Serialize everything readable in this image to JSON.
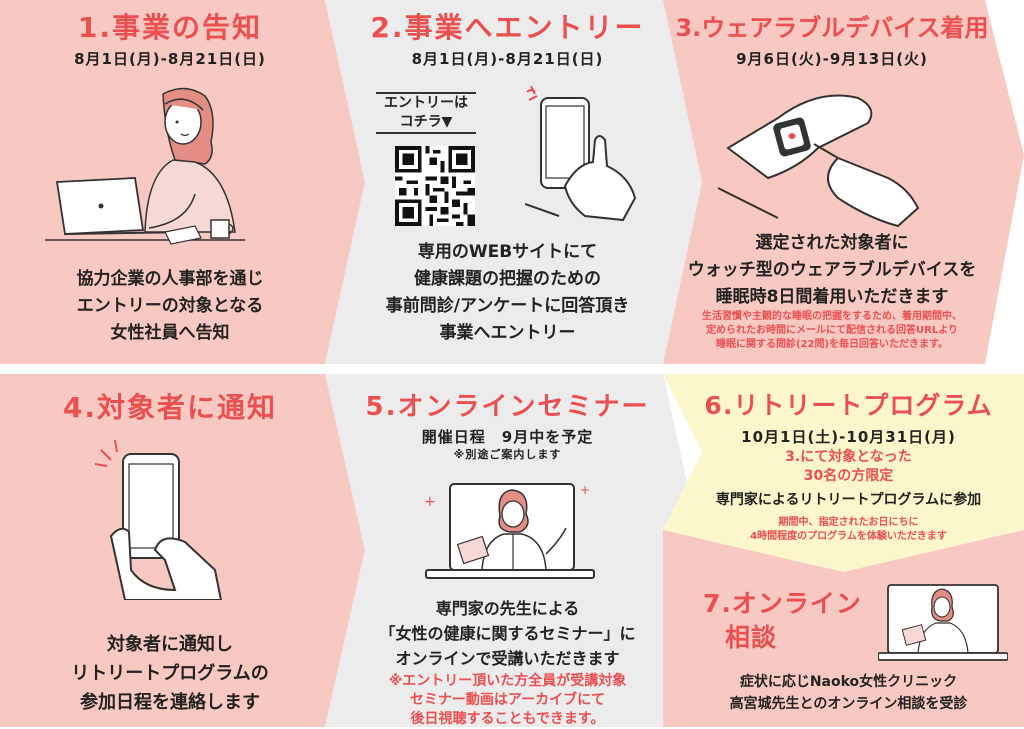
{
  "colors": {
    "pink_bg": "#f8c9c2",
    "gray_bg": "#ececec",
    "yellow_bg": "#fbf6cc",
    "title_red": "#ea5050",
    "text": "#222222"
  },
  "steps": [
    {
      "title": "1.事業の告知",
      "date": "8月1日(月)-8月21日(日)",
      "body": [
        "協力企業の人事部を通じ",
        "エントリーの対象となる",
        "女性社員へ告知"
      ]
    },
    {
      "title": "2.事業へエントリー",
      "date": "8月1日(月)-8月21日(日)",
      "entry_label": [
        "エントリーは",
        "コチラ▼"
      ],
      "body": [
        "専用のWEBサイトにて",
        "健康課題の把握のための",
        "事前問診/アンケートに回答頂き",
        "事業へエントリー"
      ]
    },
    {
      "title": "3.ウェアラブルデバイス着用",
      "date": "9月6日(火)-9月13日(火)",
      "body": [
        "選定された対象者に",
        "ウォッチ型のウェアラブルデバイスを",
        "睡眠時8日間着用いただきます"
      ],
      "note": [
        "生活習慣や主観的な睡眠の把握をするため、着用期間中、",
        "定められたお時間にメールにて配信される回答URLより",
        "睡眠に関する問診(22問)を毎日回答いただきます。"
      ]
    },
    {
      "title": "4.対象者に通知",
      "body": [
        "対象者に通知し",
        "リトリートプログラムの",
        "参加日程を連絡します"
      ]
    },
    {
      "title": "5.オンラインセミナー",
      "date": "開催日程　9月中を予定",
      "subdate": "※別途ご案内します",
      "body": [
        "専門家の先生による",
        "「女性の健康に関するセミナー」に",
        "オンラインで受講いただきます"
      ],
      "red_body": [
        "※エントリー頂いた方全員が受講対象",
        "セミナー動画はアーカイブにて",
        "後日視聴することもできます。"
      ]
    },
    {
      "title": "6.リトリートプログラム",
      "date": "10月1日(土)-10月31日(月)",
      "red_body": [
        "3.にて対象となった",
        "30名の方限定"
      ],
      "body": [
        "専門家によるリトリートプログラムに参加"
      ],
      "note": [
        "期間中、指定されたお日にちに",
        "4時間程度のプログラムを体験いただきます"
      ]
    },
    {
      "title_lines": [
        "7.オンライン",
        "相談"
      ],
      "body": [
        "症状に応じNaoko女性クリニック",
        "高宮城先生とのオンライン相談を受診"
      ]
    }
  ]
}
